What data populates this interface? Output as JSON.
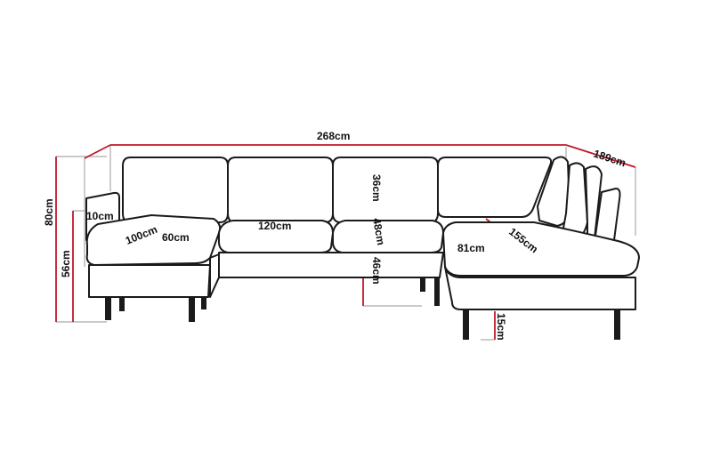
{
  "colors": {
    "dimension": "#c0182a",
    "guide": "#a9a9a9",
    "outline": "#1a1a1a"
  },
  "dimensions": {
    "total_width": "268cm",
    "depth_right": "189cm",
    "armrest_width": "10cm",
    "chaise_depth": "100cm",
    "chaise_seat_width": "60cm",
    "middle_seat_width": "120cm",
    "back_height": "36cm",
    "seat_depth": "48cm",
    "seat_height": "46cm",
    "total_height": "80cm",
    "arm_height": "56cm",
    "corner_seat_width": "81cm",
    "corner_depth": "155cm",
    "leg_height": "15cm"
  }
}
